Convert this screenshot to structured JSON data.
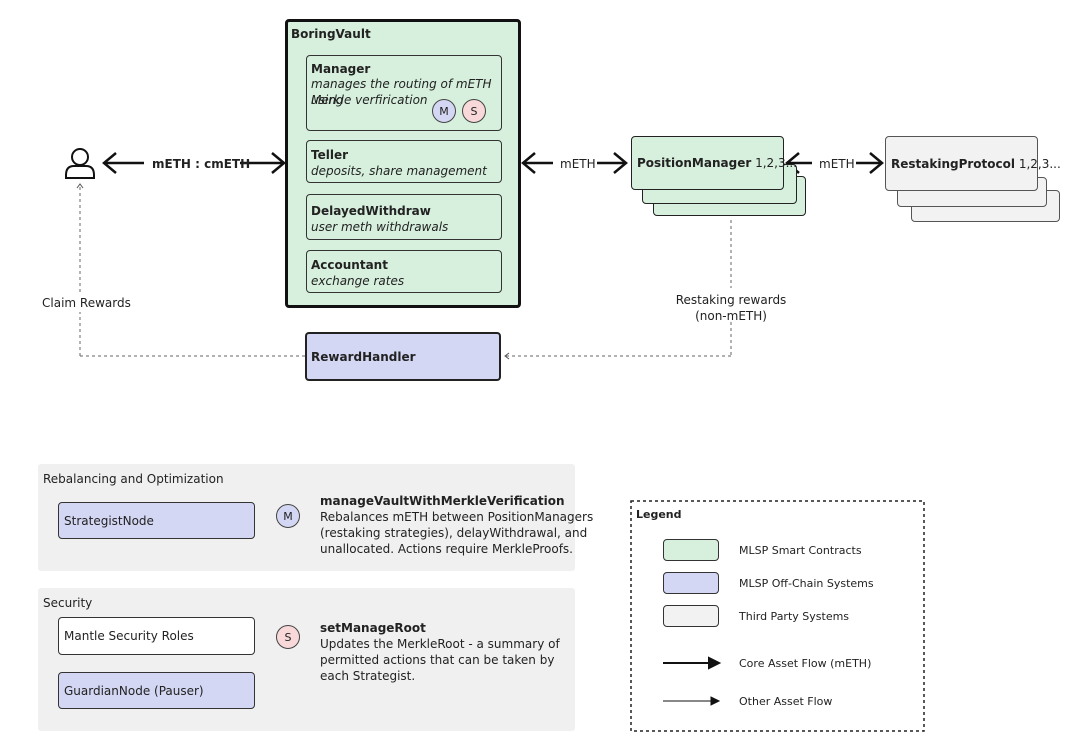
{
  "colors": {
    "smart_contract": "#d7f0dd",
    "offchain": "#d4d7f4",
    "third_party": "#f2f2f2"
  },
  "vault": {
    "title": "BoringVault",
    "manager": {
      "title": "Manager",
      "desc_line1": "manages the routing of mETH using",
      "desc_line2": "Merkle verfirication",
      "badge_m": "M",
      "badge_s": "S"
    },
    "teller": {
      "title": "Teller",
      "desc": "deposits, share management"
    },
    "delayed": {
      "title": "DelayedWithdraw",
      "desc": "user meth withdrawals"
    },
    "accountant": {
      "title": "Accountant",
      "desc": "exchange rates"
    }
  },
  "flows": {
    "user_vault": "mETH : cmETH",
    "vault_position": "mETH",
    "position_restaking": "mETH",
    "claim_rewards": "Claim Rewards",
    "restaking_rewards_line1": "Restaking rewards",
    "restaking_rewards_line2": "(non-mETH)"
  },
  "position_manager": {
    "name": "PositionManager",
    "suffix": " 1,2,3..."
  },
  "restaking_protocol": {
    "name": "RestakingProtocol",
    "suffix": " 1,2,3..."
  },
  "reward_handler": {
    "name": "RewardHandler"
  },
  "user_icon": "user-icon",
  "rebalancing": {
    "section_title": "Rebalancing and Optimization",
    "node": "StrategistNode",
    "badge": "M",
    "func_title": "manageVaultWithMerkleVerification",
    "func_line1": "Rebalances mETH between PositionManagers",
    "func_line2": "(restaking strategies), delayWithdrawal, and",
    "func_line3": "unallocated. Actions require MerkleProofs."
  },
  "security": {
    "section_title": "Security",
    "node1": "Mantle Security Roles",
    "node2": "GuardianNode (Pauser)",
    "badge": "S",
    "func_title": "setManageRoot",
    "func_line1": "Updates the MerkleRoot - a summary of",
    "func_line2": "permitted actions that can be taken by",
    "func_line3": "each Strategist."
  },
  "legend": {
    "title": "Legend",
    "items": [
      "MLSP Smart Contracts",
      "MLSP Off-Chain Systems",
      "Third Party Systems",
      "Core Asset Flow (mETH)",
      "Other Asset Flow"
    ]
  }
}
